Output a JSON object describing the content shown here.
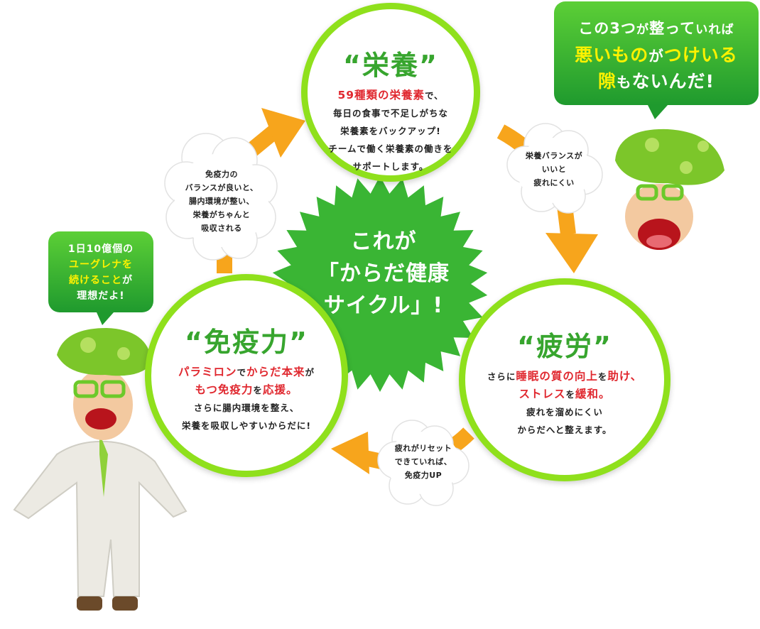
{
  "center": {
    "line1": "これが",
    "line2": "「からだ健康",
    "line3": "サイクル」!"
  },
  "nutrition": {
    "title": "“栄養”",
    "highlight": "59種類の栄養素",
    "suffix": "で、",
    "lines": [
      "毎日の食事で不足しがちな",
      "栄養素をバックアップ!",
      "チームで働く栄養素の働きを",
      "サポートします。"
    ]
  },
  "fatigue": {
    "title": "“疲労”",
    "p1": "さらに",
    "h1": "睡眠の質の向上",
    "p2": "を",
    "h2": "助け、",
    "h3": "ストレス",
    "p3": "を",
    "h4": "緩和。",
    "lines": [
      "疲れを溜めにくい",
      "からだへと整えます。"
    ]
  },
  "immunity": {
    "title": "“免疫力”",
    "h1": "パラミロン",
    "p1": "で",
    "h2": "からだ本来",
    "p2": "が",
    "h3": "もつ免疫力",
    "p3": "を",
    "h4": "応援。",
    "lines": [
      "さらに腸内環境を整え、",
      "栄養を吸収しやすいからだに!"
    ]
  },
  "clouds": {
    "right": [
      "栄養バランスが",
      "いいと",
      "疲れにくい"
    ],
    "bottom": [
      "疲れがリセット",
      "できていれば、",
      "免疫力UP"
    ],
    "left": [
      "免疫力の",
      "バランスが良いと、",
      "腸内環境が整い、",
      "栄養がちゃんと",
      "吸収される"
    ]
  },
  "bubble_right": {
    "l1a": "この3つ",
    "l1b": "が",
    "l1c": "整って",
    "l1d": "いれば",
    "l2a": "悪いもの",
    "l2b": "が",
    "l2c": "つけいる",
    "l3a": "隙",
    "l3b": "も",
    "l3c": "ないんだ!"
  },
  "bubble_left": {
    "l1": "1日10億個の",
    "l2": "ユーグレナを",
    "l3a": "続けること",
    "l3b": "が",
    "l4": "理想だよ!"
  },
  "colors": {
    "ring": "#8fe01c",
    "arrow": "#f7a51c",
    "starburst": "#3ab534",
    "title_green": "#37a52e",
    "highlight_red": "#e0282f",
    "bubble_yellow": "#fff200"
  }
}
